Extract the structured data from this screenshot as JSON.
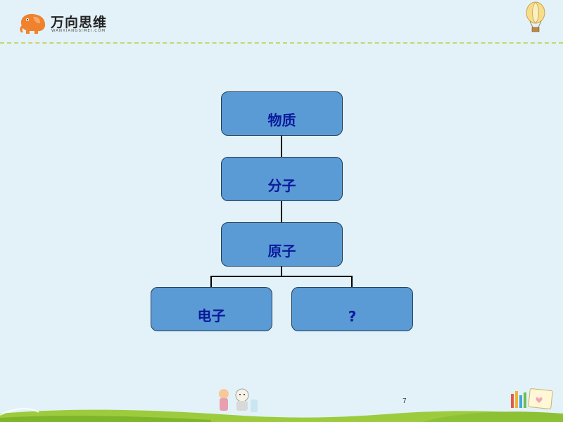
{
  "logo": {
    "cn_text": "万向思维",
    "en_text": "WANXIANGSIMEI.COM"
  },
  "diagram": {
    "nodes": {
      "matter": "物质",
      "molecule": "分子",
      "atom": "原子",
      "electron": "电子",
      "unknown": "?"
    }
  },
  "footer": {
    "page_number": "7"
  },
  "colors": {
    "node_fill": "#5b9bd5",
    "node_text": "#0a1a9c",
    "background": "#e3f2f8"
  }
}
